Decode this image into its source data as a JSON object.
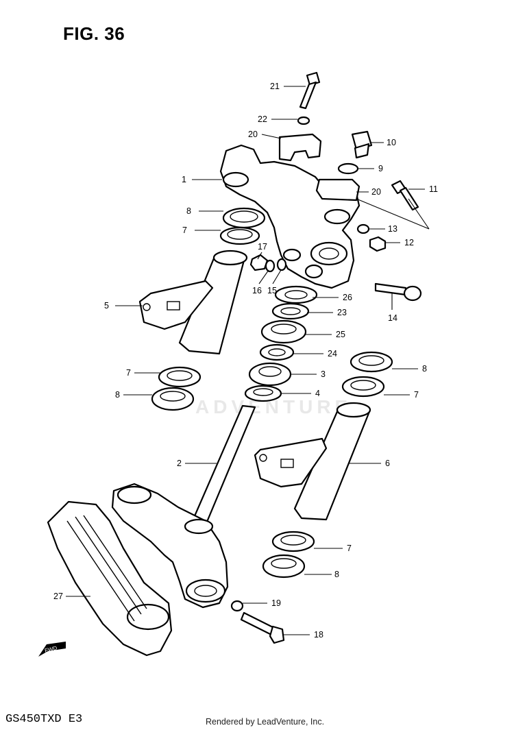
{
  "title": "FIG. 36",
  "model_code": "GS450TXD  E3",
  "footer": "Rendered by LeadVenture, Inc.",
  "watermark": "ADVENTURE",
  "fwd_marker": "FWD",
  "callouts": [
    {
      "id": "c21a",
      "label": "21"
    },
    {
      "id": "c22",
      "label": "22"
    },
    {
      "id": "c20a",
      "label": "20"
    },
    {
      "id": "c10",
      "label": "10"
    },
    {
      "id": "c9",
      "label": "9"
    },
    {
      "id": "c1",
      "label": "1"
    },
    {
      "id": "c20b",
      "label": "20"
    },
    {
      "id": "c11",
      "label": "11"
    },
    {
      "id": "c8a",
      "label": "8"
    },
    {
      "id": "c7a",
      "label": "7"
    },
    {
      "id": "c13",
      "label": "13"
    },
    {
      "id": "c12",
      "label": "12"
    },
    {
      "id": "c17",
      "label": "17"
    },
    {
      "id": "c16",
      "label": "16"
    },
    {
      "id": "c15",
      "label": "15"
    },
    {
      "id": "c14",
      "label": "14"
    },
    {
      "id": "c5",
      "label": "5"
    },
    {
      "id": "c26",
      "label": "26"
    },
    {
      "id": "c23",
      "label": "23"
    },
    {
      "id": "c25",
      "label": "25"
    },
    {
      "id": "c24",
      "label": "24"
    },
    {
      "id": "c3",
      "label": "3"
    },
    {
      "id": "c4",
      "label": "4"
    },
    {
      "id": "c7b",
      "label": "7"
    },
    {
      "id": "c8b",
      "label": "8"
    },
    {
      "id": "c8c",
      "label": "8"
    },
    {
      "id": "c7c",
      "label": "7"
    },
    {
      "id": "c2",
      "label": "2"
    },
    {
      "id": "c6",
      "label": "6"
    },
    {
      "id": "c7d",
      "label": "7"
    },
    {
      "id": "c8d",
      "label": "8"
    },
    {
      "id": "c27",
      "label": "27"
    },
    {
      "id": "c19",
      "label": "19"
    },
    {
      "id": "c18",
      "label": "18"
    }
  ]
}
